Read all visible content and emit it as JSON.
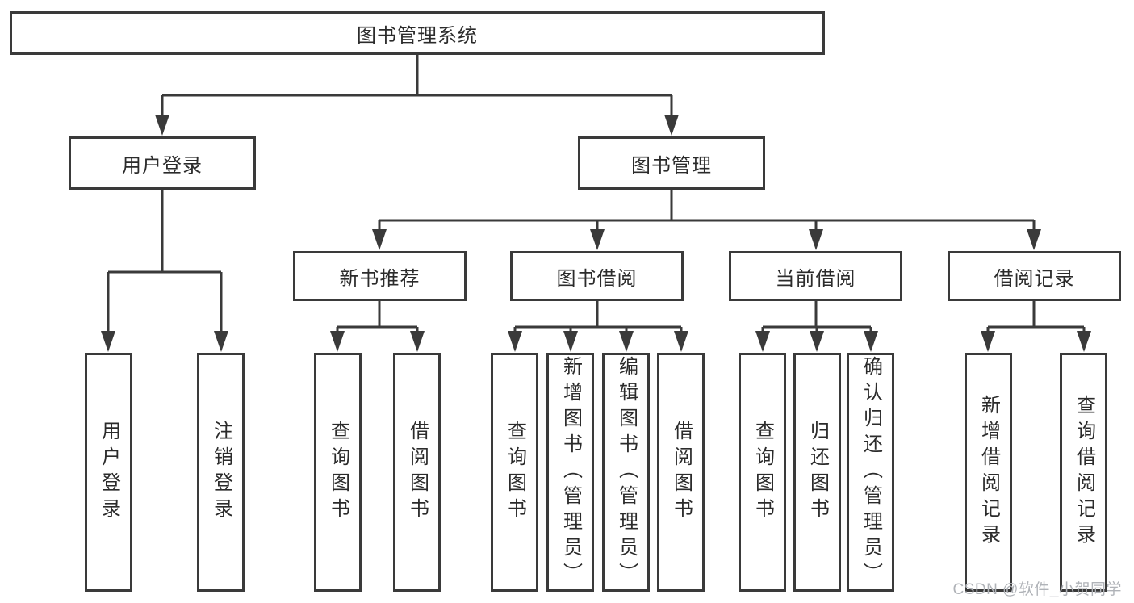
{
  "tree": {
    "label": "图书管理系统",
    "children": [
      {
        "label": "用户登录",
        "children": [
          {
            "label": "用户登录"
          },
          {
            "label": "注销登录"
          }
        ]
      },
      {
        "label": "图书管理",
        "children": [
          {
            "label": "新书推荐",
            "children": [
              {
                "label": "查询图书"
              },
              {
                "label": "借阅图书"
              }
            ]
          },
          {
            "label": "图书借阅",
            "children": [
              {
                "label": "查询图书"
              },
              {
                "label": "新增图书（管理员）"
              },
              {
                "label": "编辑图书（管理员）"
              },
              {
                "label": "借阅图书"
              }
            ]
          },
          {
            "label": "当前借阅",
            "children": [
              {
                "label": "查询图书"
              },
              {
                "label": "归还图书"
              },
              {
                "label": "确认归还（管理员）"
              }
            ]
          },
          {
            "label": "借阅记录",
            "children": [
              {
                "label": "新增借阅记录"
              },
              {
                "label": "查询借阅记录"
              }
            ]
          }
        ]
      }
    ]
  },
  "watermark": {
    "text": "CSDN @软件_小贺同学"
  },
  "colors": {
    "line": "#3a3a3a",
    "text": "#2b2b2b",
    "background": "#ffffff",
    "watermark": "#b0b3b8"
  }
}
